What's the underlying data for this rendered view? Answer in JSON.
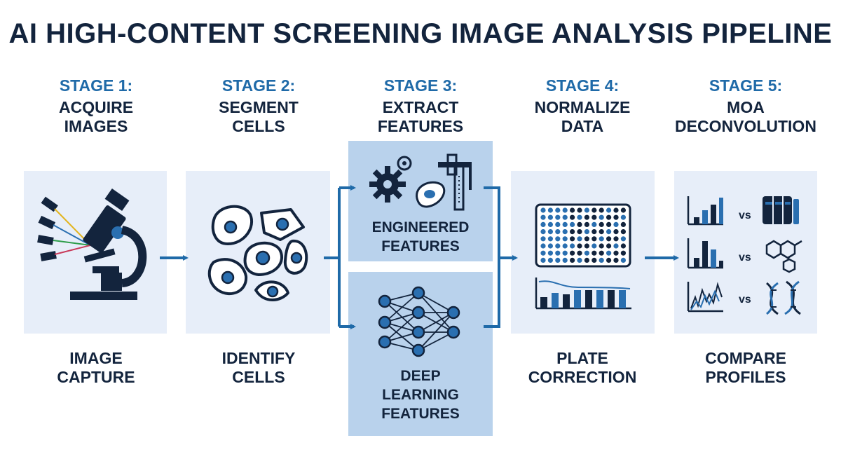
{
  "title": "AI HIGH-CONTENT SCREENING IMAGE ANALYSIS PIPELINE",
  "stages": [
    {
      "number": "STAGE 1:",
      "name_line1": "ACQUIRE",
      "name_line2": "IMAGES",
      "caption_line1": "IMAGE",
      "caption_line2": "CAPTURE",
      "icon": "microscope-icon"
    },
    {
      "number": "STAGE 2:",
      "name_line1": "SEGMENT",
      "name_line2": "CELLS",
      "caption_line1": "IDENTIFY",
      "caption_line2": "CELLS",
      "icon": "cells-icon"
    },
    {
      "number": "STAGE 3:",
      "name_line1": "EXTRACT",
      "name_line2": "FEATURES",
      "icon": "features-icon"
    },
    {
      "number": "STAGE 4:",
      "name_line1": "NORMALIZE",
      "name_line2": "DATA",
      "caption_line1": "PLATE",
      "caption_line2": "CORRECTION",
      "icon": "well-plate-icon"
    },
    {
      "number": "STAGE 5:",
      "name_line1": "MOA",
      "name_line2": "DECONVOLUTION",
      "caption_line1": "COMPARE",
      "caption_line2": "PROFILES",
      "icon": "profile-comparison-icon"
    }
  ],
  "stage3_branches": {
    "engineered_line1": "ENGINEERED",
    "engineered_line2": "FEATURES",
    "deep_line1": "DEEP",
    "deep_line2": "LEARNING",
    "deep_line3": "FEATURES"
  },
  "compare_label": "vs",
  "colors": {
    "title": "#13243d",
    "stage_number": "#1f6aa8",
    "panel": "#e7eef9",
    "panel_highlight": "#b9d2ec",
    "arrow": "#1f6aa8",
    "icon_dark": "#13243d",
    "icon_blue": "#2a6fb0"
  }
}
